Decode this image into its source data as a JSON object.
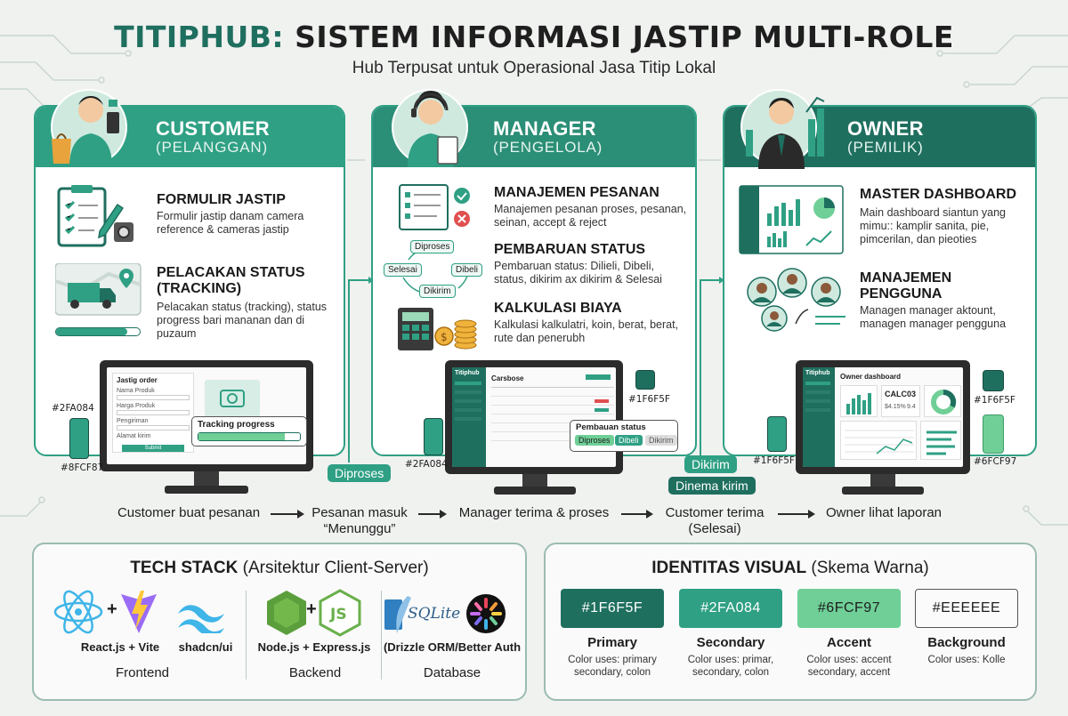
{
  "header": {
    "title_accent": "TITIPHUB:",
    "title_rest": " SISTEM INFORMASI JASTIP MULTI-ROLE",
    "subtitle": "Hub Terpusat untuk Operasional Jasa Titip Lokal"
  },
  "roles": {
    "customer": {
      "title": "CUSTOMER",
      "subtitle": "(PELANGGAN)",
      "features": [
        {
          "title": "FORMULIR JASTIP",
          "desc": "Formulir jastip danam camera reference & cameras jastip"
        },
        {
          "title": "PELACAKAN STATUS (TRACKING)",
          "desc": "Pelacakan status (tracking), status progress bari mananan dan di puzaum"
        }
      ],
      "screen": {
        "form_title": "Jastig order",
        "fields": [
          "Nama Produk",
          "Harga Produk",
          "Pengiriman",
          "Alamat kirim"
        ],
        "submit": "Submit",
        "tracking_label": "Tracking progress",
        "tracking_progress": 0.85
      }
    },
    "manager": {
      "title": "MANAGER",
      "subtitle": "(PENGELOLA)",
      "features": [
        {
          "title": "MANAJEMEN PESANAN",
          "desc": "Manajemen pesanan proses, pesanan, seinan, accept & reject"
        },
        {
          "title": "PEMBARUAN STATUS",
          "desc": "Pembaruan status: Dilieli, Dibeli, status, dikirim ax dikirim & Selesai"
        },
        {
          "title": "KALKULASI BIAYA",
          "desc": "Kalkulasi kalkulatri, koin, berat, berat, rute dan penerubh"
        }
      ],
      "cycle": [
        "Diproses",
        "Dibeli",
        "Dikirim",
        "Selesai"
      ],
      "screen": {
        "app": "Titiphub",
        "table_title": "Carsbose",
        "popup_title": "Pembauan status",
        "popup_options": [
          "Diproses",
          "Dibeli",
          "Dikirim"
        ]
      }
    },
    "owner": {
      "title": "OWNER",
      "subtitle": "(PEMILIK)",
      "features": [
        {
          "title": "MASTER DASHBOARD",
          "desc": "Main dashboard siantun yang mimu:: kamplir sanita, pie, pimcerilan, dan pieoties"
        },
        {
          "title": "MANAJEMEN PENGGUNA",
          "desc": "Managen manager aktount, managen manager pengguna"
        }
      ],
      "screen": {
        "app": "Titiphub",
        "title": "Owner dashboard",
        "kpi1": "CALC03",
        "kpi2": "$4.15%",
        "kpi3": "9.4"
      }
    }
  },
  "side_swatches": {
    "left_top": "#2FA084",
    "left_bottom": "#8FCF87",
    "mid_left": "#2FA084",
    "mid_right": "#1F6F5F",
    "right_top": "#1F6F5F",
    "right_bottom": "#6FCF97",
    "right_mid_left": "#1F6F5F"
  },
  "pills": {
    "diproses": "Diproses",
    "dikirim": "Dikirim",
    "dinema": "Dinema kirim"
  },
  "flow": [
    "Customer buat pesanan",
    "Pesanan masuk\n“Menunggu”",
    "Manager terima & proses",
    "Customer terima\n(Selesai)",
    "Owner lihat laporan"
  ],
  "tech_stack": {
    "title_bold": "TECH STACK",
    "title_rest": " (Arsitektur Client-Server)",
    "items": {
      "react_vite": "React.js + Vite",
      "shadcn": "shadcn/ui",
      "node": "Node.js + Express.js",
      "db": "(Drizzle ORM/Better Auth",
      "sqlite": "SQLite",
      "js": "JS"
    },
    "groups": [
      "Frontend",
      "Backend",
      "Database"
    ]
  },
  "visual_identity": {
    "title_bold": "IDENTITAS VISUAL",
    "title_rest": " (Skema Warna)",
    "colors": [
      {
        "hex": "#1F6F5F",
        "name": "Primary",
        "use": "Color uses: primary secondary, colon",
        "text": "#ffffff"
      },
      {
        "hex": "#2FA084",
        "name": "Secondary",
        "use": "Color uses: primar, secondary, colon",
        "text": "#ffffff"
      },
      {
        "hex": "#6FCF97",
        "name": "Accent",
        "use": "Color uses: accent secondary, accent",
        "text": "#1d1d1d"
      },
      {
        "hex": "#EEEEEE",
        "name": "Background",
        "use": "Color uses: Kolle",
        "text": "#1d1d1d"
      }
    ]
  }
}
